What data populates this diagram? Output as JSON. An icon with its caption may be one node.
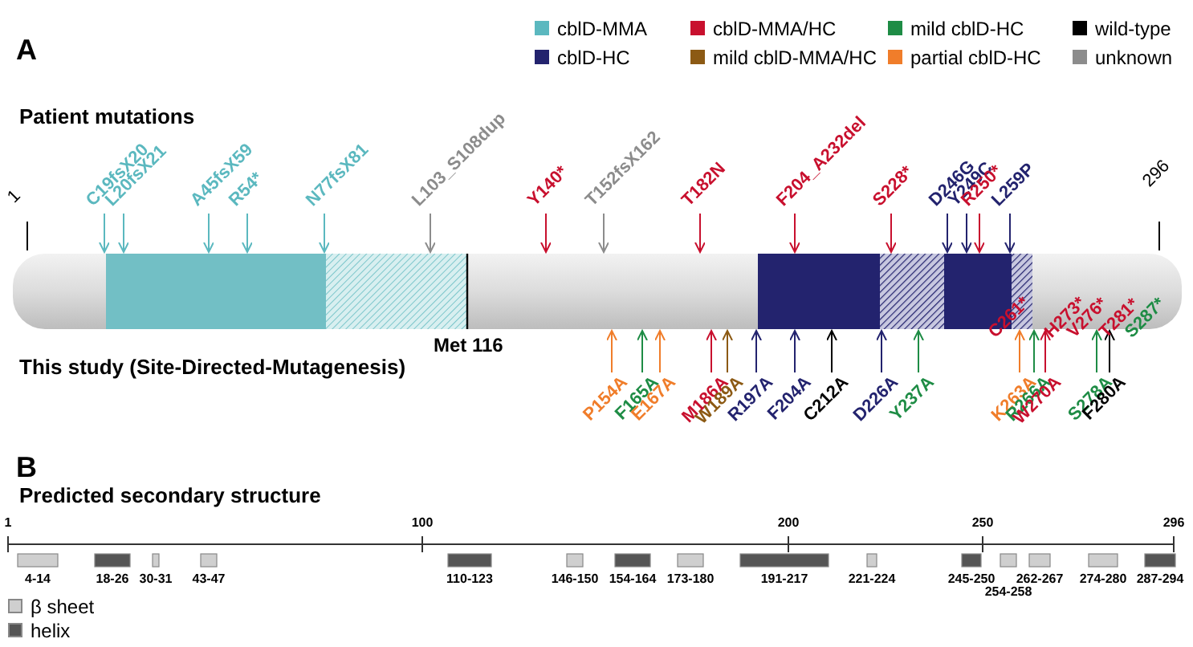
{
  "diagram": {
    "nodes": [
      {
        "text": [],
        "shape": "bar",
        "beside": [
          "Met 116"
        ]
      },
      {
        "text": [
          "C19fsX20"
        ]
      },
      {
        "text": [
          "L20fsX21"
        ]
      },
      {
        "text": [
          "A45fsX59"
        ]
      },
      {
        "text": [
          "R54*"
        ]
      },
      {
        "text": [
          "N77fsX81"
        ]
      },
      {
        "text": [
          "L103_S108dup"
        ]
      },
      {
        "text": [
          "Y140*"
        ]
      },
      {
        "text": [
          "T152fsX162"
        ]
      },
      {
        "text": [
          "T182N"
        ]
      },
      {
        "text": [
          "F204_A232del"
        ]
      },
      {
        "text": [
          "S228*"
        ]
      },
      {
        "text": [
          "D246G"
        ]
      },
      {
        "text": [
          "Y249C"
        ]
      },
      {
        "text": [
          "R250*"
        ]
      },
      {
        "text": [
          "L259P"
        ]
      },
      {
        "text": [
          "C261*"
        ]
      },
      {
        "text": [
          "H273*"
        ]
      },
      {
        "text": [
          "V276*"
        ]
      },
      {
        "text": [
          "T281*"
        ]
      },
      {
        "text": [
          "S287*"
        ]
      },
      {
        "text": [
          "P154A"
        ]
      },
      {
        "text": [
          "F165A"
        ]
      },
      {
        "text": [
          "E167A"
        ]
      },
      {
        "text": [
          "M186A"
        ]
      },
      {
        "text": [
          "W189A"
        ]
      },
      {
        "text": [
          "R197A"
        ]
      },
      {
        "text": [
          "F204A"
        ]
      },
      {
        "text": [
          "C212A"
        ]
      },
      {
        "text": [
          "D226A"
        ]
      },
      {
        "text": [
          "Y237A"
        ]
      },
      {
        "text": [
          "K263A"
        ]
      },
      {
        "text": [
          "R266A"
        ]
      },
      {
        "text": [
          "W270A"
        ]
      },
      {
        "text": [
          "S278A"
        ]
      },
      {
        "text": [
          "F280A"
        ]
      }
    ],
    "edges": [
      {
        "from": 1,
        "to": 0,
        "arrow": "to",
        "color": "#5bb8bf"
      },
      {
        "from": 2,
        "to": 0,
        "arrow": "to",
        "color": "#5bb8bf"
      },
      {
        "from": 3,
        "to": 0,
        "arrow": "to",
        "color": "#5bb8bf"
      },
      {
        "from": 4,
        "to": 0,
        "arrow": "to",
        "color": "#5bb8bf"
      },
      {
        "from": 5,
        "to": 0,
        "arrow": "to",
        "color": "#5bb8bf"
      },
      {
        "from": 6,
        "to": 0,
        "arrow": "to",
        "color": "#8c8c8c"
      },
      {
        "from": 7,
        "to": 0,
        "arrow": "to",
        "color": "#c8102e"
      },
      {
        "from": 8,
        "to": 0,
        "arrow": "to",
        "color": "#8c8c8c"
      },
      {
        "from": 9,
        "to": 0,
        "arrow": "to",
        "color": "#c8102e"
      },
      {
        "from": 10,
        "to": 0,
        "arrow": "to",
        "color": "#c8102e"
      },
      {
        "from": 11,
        "to": 0,
        "arrow": "to",
        "color": "#c8102e"
      },
      {
        "from": 12,
        "to": 0,
        "arrow": "to",
        "color": "#23236e"
      },
      {
        "from": 13,
        "to": 0,
        "arrow": "to",
        "color": "#23236e"
      },
      {
        "from": 14,
        "to": 0,
        "arrow": "to",
        "color": "#c8102e"
      },
      {
        "from": 15,
        "to": 0,
        "arrow": "to",
        "color": "#23236e"
      },
      {
        "from": 21,
        "to": 0,
        "arrow": "to",
        "color": "#f07d2a"
      },
      {
        "from": 22,
        "to": 0,
        "arrow": "to",
        "color": "#1e8c45"
      },
      {
        "from": 23,
        "to": 0,
        "arrow": "to",
        "color": "#f07d2a"
      },
      {
        "from": 24,
        "to": 0,
        "arrow": "to",
        "color": "#c8102e"
      },
      {
        "from": 25,
        "to": 0,
        "arrow": "to",
        "color": "#8c5a14"
      },
      {
        "from": 26,
        "to": 0,
        "arrow": "to",
        "color": "#23236e"
      },
      {
        "from": 27,
        "to": 0,
        "arrow": "to",
        "color": "#23236e"
      },
      {
        "from": 28,
        "to": 0,
        "arrow": "to",
        "color": "#000000"
      },
      {
        "from": 29,
        "to": 0,
        "arrow": "to",
        "color": "#23236e"
      },
      {
        "from": 30,
        "to": 0,
        "arrow": "to",
        "color": "#1e8c45"
      },
      {
        "from": 31,
        "to": 0,
        "arrow": "to",
        "color": "#f07d2a"
      },
      {
        "from": 32,
        "to": 0,
        "arrow": "to",
        "color": "#1e8c45"
      },
      {
        "from": 33,
        "to": 0,
        "arrow": "to",
        "color": "#c8102e"
      },
      {
        "from": 34,
        "to": 0,
        "arrow": "to",
        "color": "#1e8c45"
      },
      {
        "from": 35,
        "to": 0,
        "arrow": "to",
        "color": "#000000"
      }
    ],
    "labels": [
      "A",
      "Patient mutations",
      "1",
      "296",
      "This study (Site-Directed-Mutagenesis)",
      "B",
      "Predicted secondary structure",
      "1",
      "100",
      "200",
      "250",
      "296",
      "4-14",
      "18-26",
      "30-31",
      "43-47",
      "110-123",
      "146-150",
      "154-164",
      "173-180",
      "191-217",
      "221-224",
      "245-250",
      "254-258",
      "262-267",
      "274-280",
      "287-294"
    ],
    "legend": [
      {
        "text": "cblD-MMA",
        "color": "#5bb8bf"
      },
      {
        "text": "cblD-MMA/HC",
        "color": "#c8102e"
      },
      {
        "text": "mild cblD-HC",
        "color": "#1e8c45"
      },
      {
        "text": "wild-type",
        "color": "#000000"
      },
      {
        "text": "cblD-HC",
        "color": "#23236e"
      },
      {
        "text": "mild cblD-MMA/HC",
        "color": "#8c5a14"
      },
      {
        "text": "partial cblD-HC",
        "color": "#f07d2a"
      },
      {
        "text": "unknown",
        "color": "#8c8c8c"
      },
      {
        "text": "β sheet",
        "color": "#cfcfcf"
      },
      {
        "text": "helix",
        "color": "#555555"
      }
    ]
  }
}
